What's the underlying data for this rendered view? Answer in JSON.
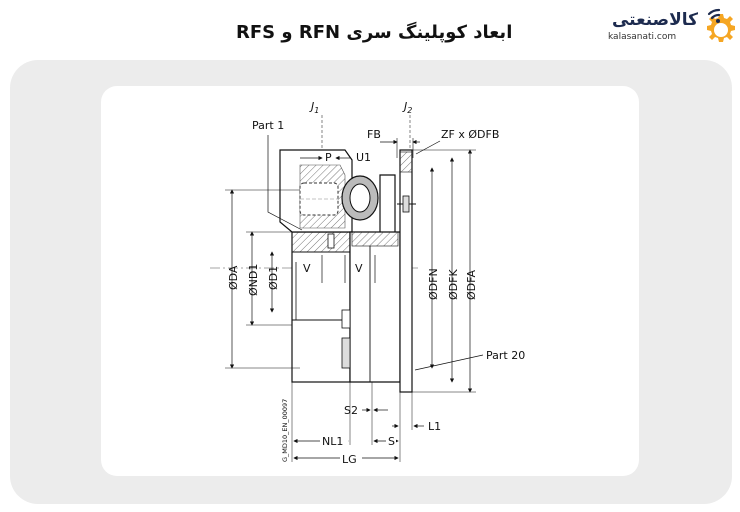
{
  "header": {
    "title": "ابعاد کوپلینگ سری RFN و RFS"
  },
  "logo": {
    "name": "کالاصنعتی",
    "url": "kalasanati.com",
    "icon": "gear-wifi-icon",
    "accent_color": "#f5a623",
    "brand_color": "#1d2b4f"
  },
  "drawing": {
    "j1": "J",
    "j1_sub": "1",
    "j2": "J",
    "j2_sub": "2",
    "part1": "Part 1",
    "part20": "Part 20",
    "fb": "FB",
    "zf": "ZF x ØDFB",
    "p": "P",
    "u1": "U1",
    "v_left": "V",
    "v_right": "V",
    "da": "ØDA",
    "nd1": "ØND1",
    "d1": "ØD1",
    "dfn": "ØDFN",
    "dfk": "ØDFK",
    "dfa": "ØDFA",
    "s2": "S2",
    "l1": "L1",
    "nl1": "NL1",
    "s": "S",
    "lg": "LG",
    "drawing_id": "G_MD10_EN_00097"
  }
}
